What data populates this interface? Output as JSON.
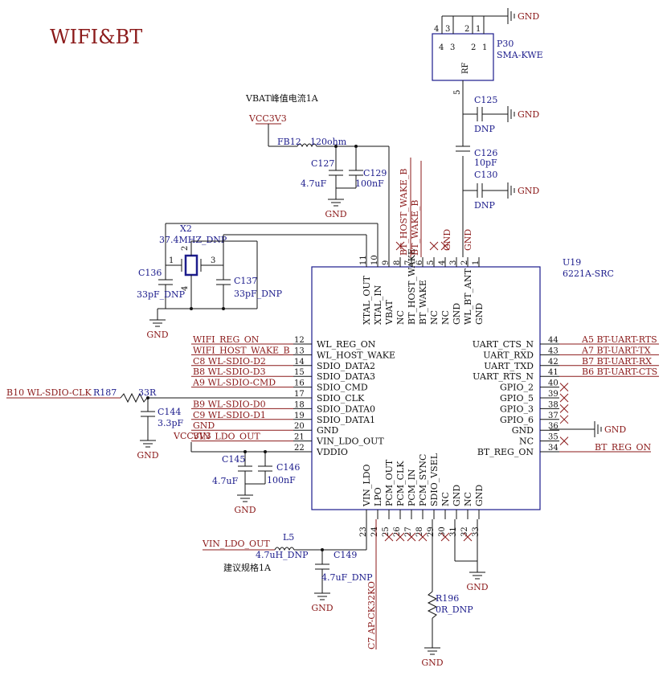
{
  "title": "WIFI&BT",
  "note_vbat": "VBAT峰值电流1A",
  "note_ldo": "建议规格1A",
  "power": {
    "vcc3v3": "VCC3V3",
    "gnd": "GND",
    "vin_ldo_out": "VIN_LDO_OUT"
  },
  "u19": {
    "ref": "U19",
    "part": "6221A-SRC"
  },
  "p30": {
    "ref": "P30",
    "part": "SMA-KWE",
    "rf": "RF",
    "pins": [
      "4",
      "3",
      "2",
      "1"
    ],
    "in4": "4",
    "in3": "3",
    "in2": "2",
    "in1": "1",
    "pin5": "5"
  },
  "x2": {
    "ref": "X2",
    "part": "37.4MHZ_DNP",
    "p1": "1",
    "p2": "2",
    "p3": "3",
    "p4": "4"
  },
  "fb12": {
    "ref": "FB12",
    "value": "120ohm"
  },
  "r187": {
    "ref": "R187",
    "value": "33R"
  },
  "r196": {
    "ref": "R196",
    "value": "0R_DNP"
  },
  "l5": {
    "ref": "L5",
    "value": "4.7uH_DNP"
  },
  "caps": {
    "c125": {
      "ref": "C125",
      "value": "DNP"
    },
    "c126": {
      "ref": "C126",
      "value": "10pF"
    },
    "c130": {
      "ref": "C130",
      "value": "DNP"
    },
    "c127": {
      "ref": "C127",
      "value": "4.7uF"
    },
    "c129": {
      "ref": "C129",
      "value": "100nF"
    },
    "c136": {
      "ref": "C136",
      "value": "33pF_DNP"
    },
    "c137": {
      "ref": "C137",
      "value": "33pF_DNP"
    },
    "c144": {
      "ref": "C144",
      "value": "3.3pF"
    },
    "c145": {
      "ref": "C145",
      "value": "4.7uF"
    },
    "c146": {
      "ref": "C146",
      "value": "100nF"
    },
    "c149": {
      "ref": "C149",
      "value": "4.7uF_DNP"
    }
  },
  "top_pins": [
    {
      "num": "11",
      "name": "XTAL_OUT"
    },
    {
      "num": "10",
      "name": "XTAL_IN"
    },
    {
      "num": "9",
      "name": "VBAT"
    },
    {
      "num": "8",
      "name": "NC"
    },
    {
      "num": "7",
      "name": "BT_HOST_WAKE"
    },
    {
      "num": "6",
      "name": "BT_WAKE"
    },
    {
      "num": "5",
      "name": "NC"
    },
    {
      "num": "4",
      "name": "NC"
    },
    {
      "num": "3",
      "name": "GND"
    },
    {
      "num": "2",
      "name": "WL_BT_ANT"
    },
    {
      "num": "1",
      "name": "GND"
    }
  ],
  "top_nets": {
    "bt_host_wake_b": "BT_HOST_WAKE_B",
    "bt_wake_b": "BT_WAKE_B",
    "gnd3": "GND",
    "gnd1": "GND"
  },
  "left_pins": [
    {
      "num": "12",
      "name": "WL_REG_ON",
      "net": "WIFI_REG_ON"
    },
    {
      "num": "13",
      "name": "WL_HOST_WAKE",
      "net": "WIFI_HOST_WAKE_B"
    },
    {
      "num": "14",
      "name": "SDIO_DATA2",
      "net": "C8 WL-SDIO-D2"
    },
    {
      "num": "15",
      "name": "SDIO_DATA3",
      "net": "B8 WL-SDIO-D3"
    },
    {
      "num": "16",
      "name": "SDIO_CMD",
      "net": "A9 WL-SDIO-CMD"
    },
    {
      "num": "17",
      "name": "SDIO_CLK",
      "net": ""
    },
    {
      "num": "18",
      "name": "SDIO_DATA0",
      "net": "B9 WL-SDIO-D0"
    },
    {
      "num": "19",
      "name": "SDIO_DATA1",
      "net": "C9 WL-SDIO-D1"
    },
    {
      "num": "20",
      "name": "GND",
      "net": "GND"
    },
    {
      "num": "21",
      "name": "VIN_LDO_OUT",
      "net": "VIN_LDO_OUT"
    },
    {
      "num": "22",
      "name": "VDDIO",
      "net": ""
    }
  ],
  "clk_net": "B10 WL-SDIO-CLK",
  "right_pins": [
    {
      "num": "44",
      "name": "UART_CTS_N",
      "net": "A5 BT-UART-RTS"
    },
    {
      "num": "43",
      "name": "UART_RXD",
      "net": "A7 BT-UART-TX"
    },
    {
      "num": "42",
      "name": "UART_TXD",
      "net": "B7 BT-UART-RX"
    },
    {
      "num": "41",
      "name": "UART_RTS_N",
      "net": "B6 BT-UART-CTS"
    },
    {
      "num": "40",
      "name": "GPIO_2",
      "net": ""
    },
    {
      "num": "39",
      "name": "GPIO_5",
      "net": ""
    },
    {
      "num": "38",
      "name": "GPIO_3",
      "net": ""
    },
    {
      "num": "37",
      "name": "GPIO_6",
      "net": ""
    },
    {
      "num": "36",
      "name": "GND",
      "net": "GND"
    },
    {
      "num": "35",
      "name": "NC",
      "net": ""
    },
    {
      "num": "34",
      "name": "BT_REG_ON",
      "net": "BT_REG_ON"
    }
  ],
  "bottom_pins": [
    {
      "num": "23",
      "name": "VIN_LDO"
    },
    {
      "num": "24",
      "name": "LPO"
    },
    {
      "num": "25",
      "name": "PCM_OUT"
    },
    {
      "num": "26",
      "name": "PCM_CLK"
    },
    {
      "num": "27",
      "name": "PCM_IN"
    },
    {
      "num": "28",
      "name": "PCM_SYNC"
    },
    {
      "num": "29",
      "name": "SDIO_VSEL"
    },
    {
      "num": "30",
      "name": "NC"
    },
    {
      "num": "31",
      "name": "GND"
    },
    {
      "num": "32",
      "name": "NC"
    },
    {
      "num": "33",
      "name": "GND"
    }
  ],
  "lpo_net": "C7 AP-CK32KO"
}
